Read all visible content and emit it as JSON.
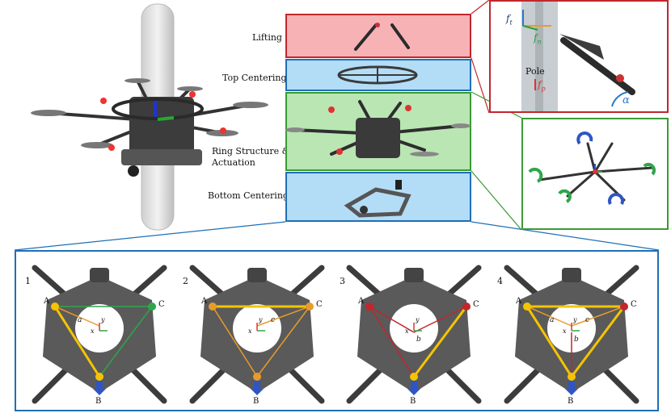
{
  "labels": {
    "lifting": "Lifting",
    "top_centering": "Top Centering",
    "ring_structure_line1": "Ring Structure &",
    "ring_structure_line2": "Actuation",
    "bottom_centering": "Bottom Centering"
  },
  "inset_force": {
    "f_t": "f",
    "f_t_sub": "t",
    "f_n": "f",
    "f_n_sub": "n",
    "pole": "Pole",
    "f_p": "f",
    "f_p_sub": "p",
    "alpha": "α"
  },
  "panels": [
    {
      "number": "1",
      "A": "A",
      "B": "B",
      "C": "C",
      "axis_a": "a",
      "axis_x": "x",
      "axis_y": "y"
    },
    {
      "number": "2",
      "A": "A",
      "B": "B",
      "C": "C",
      "axis_c": "c",
      "axis_x": "x",
      "axis_y": "y"
    },
    {
      "number": "3",
      "A": "A",
      "B": "B",
      "C": "C",
      "axis_b": "b",
      "axis_x": "x",
      "axis_y": "y"
    },
    {
      "number": "4",
      "A": "A",
      "B": "B",
      "C": "C",
      "axis_a": "a",
      "axis_b": "b",
      "axis_c": "c",
      "axis_x": "x",
      "axis_y": "y"
    }
  ],
  "colors": {
    "lifting_fill": "#f7b2b6",
    "lifting_border": "#c0272d",
    "centering_fill": "#b3dcf7",
    "centering_border": "#1f6fb5",
    "ring_fill": "#b9e6b3",
    "ring_border": "#3a9a34",
    "bottom_box_border": "#1f6fb5"
  }
}
